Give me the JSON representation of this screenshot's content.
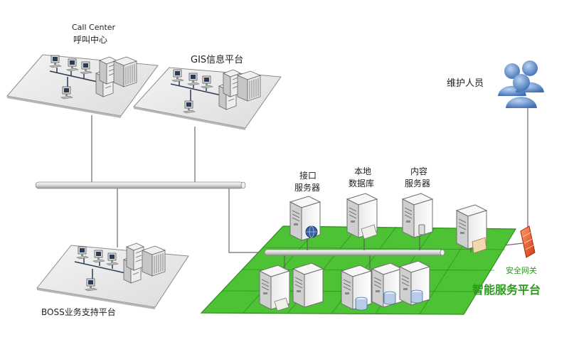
{
  "call_center": {
    "title_en": "Call Center",
    "title_cn": "呼叫中心"
  },
  "gis": {
    "title": "GIS信息平台"
  },
  "boss": {
    "title": "BOSS业务支持平台"
  },
  "maintenance": {
    "title": "维护人员"
  },
  "servers": {
    "interface": {
      "line1": "接口",
      "line2": "服务器"
    },
    "local_db": {
      "line1": "本地",
      "line2": "数据库"
    },
    "content": {
      "line1": "内容",
      "line2": "服务器"
    }
  },
  "gateway": {
    "title": "安全网关"
  },
  "platform": {
    "title": "智能服务平台"
  },
  "colors": {
    "green_platform": "#4cc234",
    "platform_text": "#2a9a1a",
    "people_blue": "#4a7fc4",
    "firewall": "#e2552a"
  }
}
